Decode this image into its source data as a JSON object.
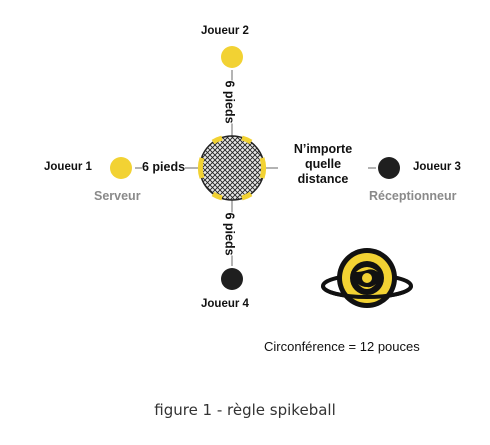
{
  "players": {
    "p1": {
      "name": "Joueur 1",
      "role": "Serveur"
    },
    "p2": {
      "name": "Joueur 2"
    },
    "p3": {
      "name": "Joueur 3",
      "role": "Réceptionneur"
    },
    "p4": {
      "name": "Joueur 4"
    }
  },
  "distances": {
    "left": "6 pieds",
    "top": "6 pieds",
    "bottom": "6 pieds",
    "right": "N’importe quelle distance"
  },
  "ball_note": "Circonférence = 12 pouces",
  "caption": "figure 1 - règle spikeball",
  "colors": {
    "serving_team": "#F2D233",
    "receiving_team": "#1F1F1F",
    "distance_line": "#9a9a9a",
    "ball_dark": "#2a2a2a"
  }
}
